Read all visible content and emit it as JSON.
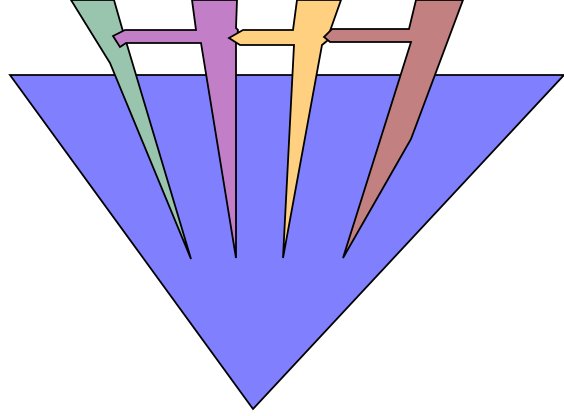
{
  "diagram": {
    "colors": {
      "background": "#ffffff",
      "triangle": "#8080ff",
      "stroke": "#000000",
      "arrow_green": "#99c4ad",
      "arrow_purple": "#c27fc7",
      "arrow_yellow": "#ffd080",
      "arrow_brown": "#c38080"
    },
    "shapes": [
      {
        "name": "down-triangle",
        "color_key": "triangle"
      },
      {
        "name": "green-arrow",
        "color_key": "arrow_green"
      },
      {
        "name": "purple-arrow",
        "color_key": "arrow_purple"
      },
      {
        "name": "yellow-arrow",
        "color_key": "arrow_yellow"
      },
      {
        "name": "brown-arrow",
        "color_key": "arrow_brown"
      }
    ]
  }
}
